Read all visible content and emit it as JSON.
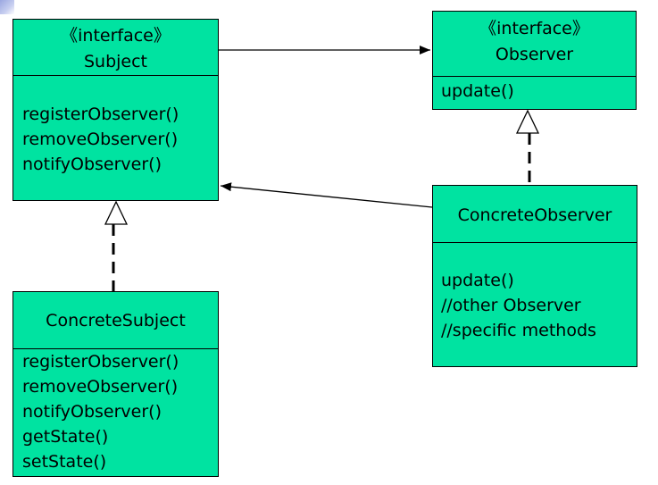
{
  "colors": {
    "class_fill": "#00e3a1",
    "stroke": "#000000"
  },
  "subject": {
    "stereotype": "《interface》",
    "name": "Subject",
    "methods": [
      "registerObserver()",
      "removeObserver()",
      "notifyObserver()"
    ]
  },
  "observer": {
    "stereotype": "《interface》",
    "name": "Observer",
    "methods": [
      "update()"
    ]
  },
  "concrete_subject": {
    "name": "ConcreteSubject",
    "methods": [
      "registerObserver()",
      "removeObserver()",
      "notifyObserver()",
      "getState()",
      "setState()"
    ]
  },
  "concrete_observer": {
    "name": "ConcreteObserver",
    "methods": [
      "update()",
      "//other Observer",
      "//specific methods"
    ]
  }
}
